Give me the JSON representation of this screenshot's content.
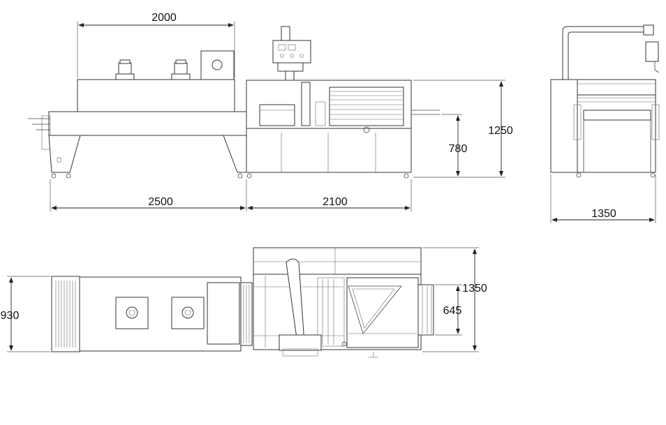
{
  "dimensions": {
    "front_top_length": "2000",
    "front_left_length": "2500",
    "front_right_length": "2100",
    "front_total_height": "1250",
    "front_table_height": "780",
    "side_width": "1350",
    "top_left_width": "930",
    "top_right_width": "1350",
    "top_conveyor_width": "645"
  },
  "colors": {
    "line": "#333333",
    "background": "#ffffff",
    "panel_fill": "#f3f3f3"
  }
}
